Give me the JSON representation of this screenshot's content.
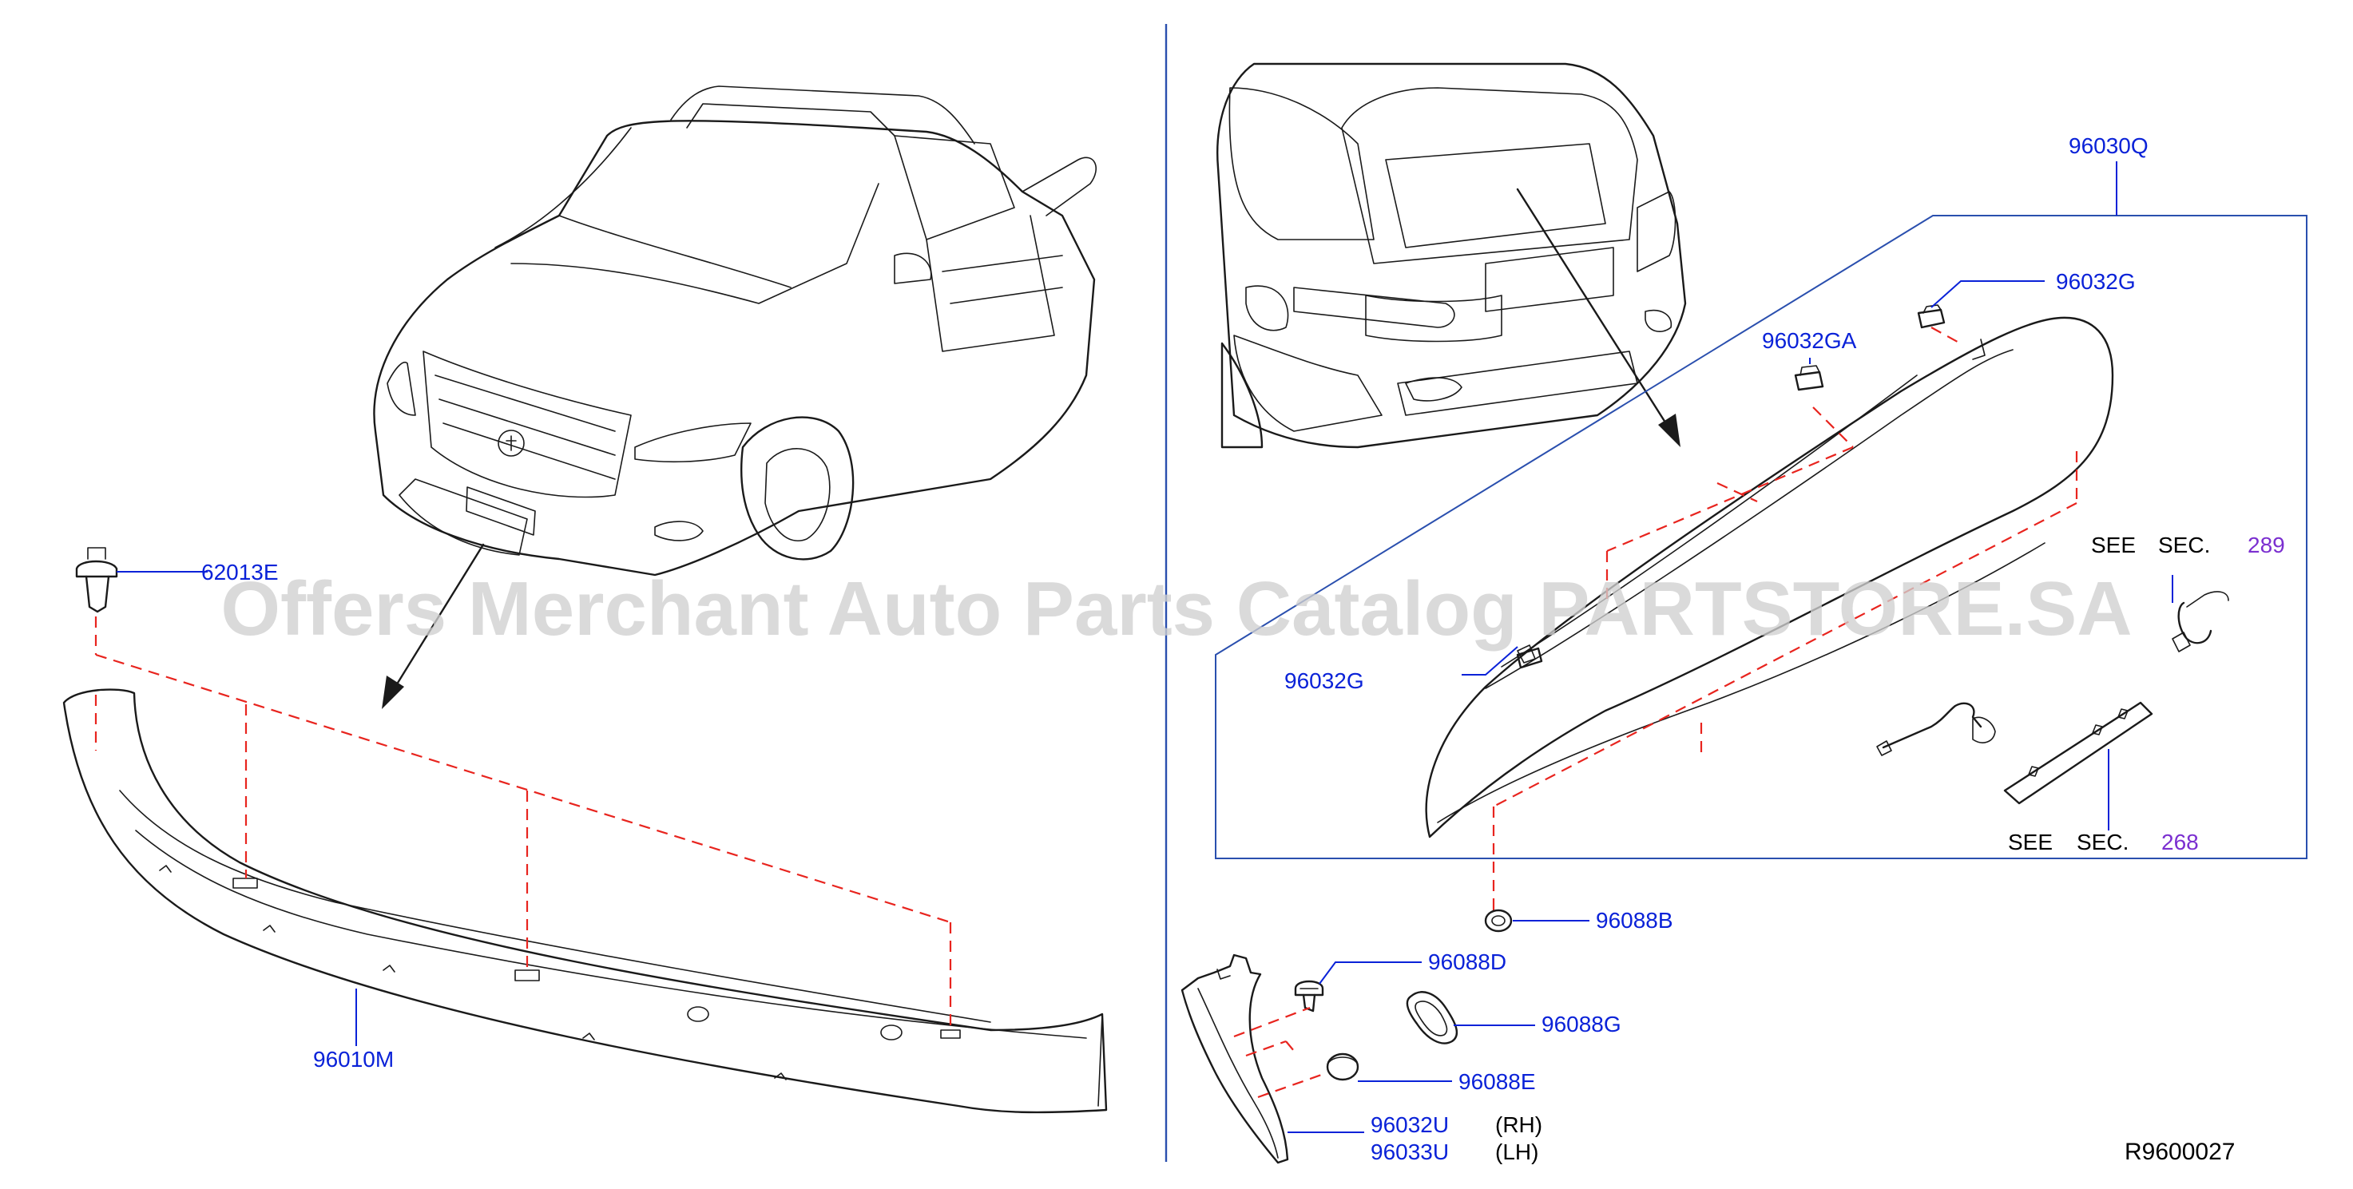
{
  "diagram": {
    "reference_code": "R9600027",
    "watermark": "Offers Merchant Auto Parts Catalog PARTSTORE.SA",
    "colors": {
      "part_label": "#0a22d8",
      "section_number": "#7b2fd0",
      "dashed_guide": "#e8241e",
      "frame_line": "#2a4fae"
    },
    "labels": {
      "clip_front": "62013E",
      "front_spoiler": "96010M",
      "rear_spoiler_assembly": "96030Q",
      "clip_top": "96032G",
      "clip_ga": "96032GA",
      "clip_lower": "96032G",
      "grommet_b": "96088B",
      "clip_d": "96088D",
      "seal_g": "96088G",
      "cap_e": "96088E",
      "side_rh": "96032U",
      "side_lh": "96033U",
      "rh_note": "(RH)",
      "lh_note": "(LH)"
    },
    "see_sections": [
      {
        "see": "SEE",
        "sec": "SEC.",
        "number": "289"
      },
      {
        "see": "SEE",
        "sec": "SEC.",
        "number": "268"
      }
    ]
  }
}
